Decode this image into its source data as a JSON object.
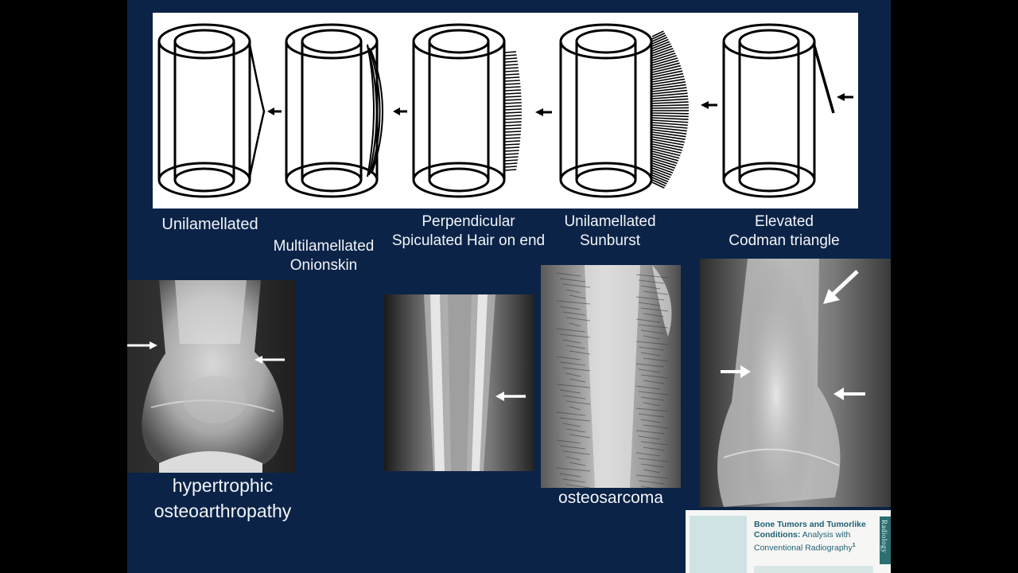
{
  "diagram": {
    "patterns": [
      {
        "line1": "Unilamellated",
        "line2": ""
      },
      {
        "line1": "Multilamellated",
        "line2": "Onionskin"
      },
      {
        "line1": "Perpendicular",
        "line2": "Spiculated Hair on end"
      },
      {
        "line1": "Unilamellated",
        "line2": "Sunburst"
      },
      {
        "line1": "Elevated",
        "line2": "Codman triangle"
      }
    ]
  },
  "captions": {
    "hypertrophic_line1": "hypertrophic",
    "hypertrophic_line2": "osteoarthropathy",
    "osteosarcoma": "osteosarcoma"
  },
  "reference": {
    "title_bold": "Bone Tumors and Tumorlike Conditions:",
    "title_rest": " Analysis with Conventional Radiography",
    "superscript": "1",
    "spine": "Radiology"
  },
  "colors": {
    "slide_background": "#0b2347",
    "page_background": "#000000",
    "label_text": "#f2f4f8",
    "reference_accent": "#2b6f71"
  }
}
